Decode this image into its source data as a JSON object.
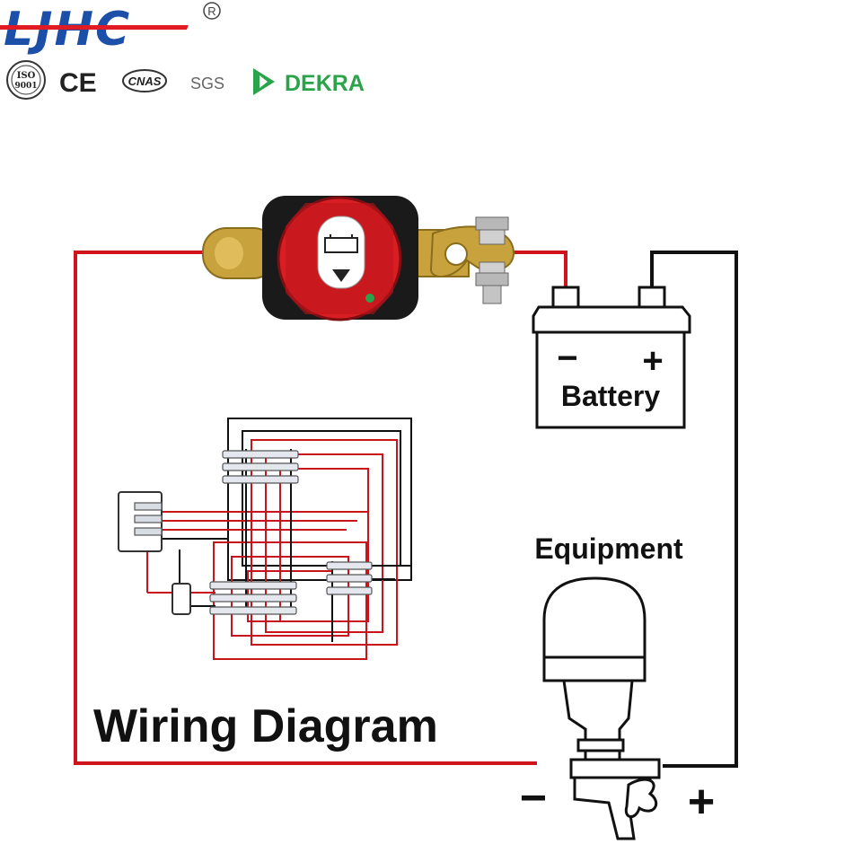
{
  "brand": {
    "logo_text": "LJHC",
    "registered_mark": "R",
    "colors": {
      "blue": "#1b4fa8",
      "red": "#e01b24"
    }
  },
  "certifications": {
    "iso": {
      "top": "ISO",
      "num": "9001"
    },
    "ce": "CE",
    "cnas": "CNAS",
    "sgs": "SGS",
    "dekra": "DEKRA"
  },
  "diagram": {
    "switch": {
      "icon": "battery-switch",
      "knob_color": "#d81e23"
    },
    "battery": {
      "label": "Battery",
      "minus": "−",
      "plus": "+"
    },
    "equipment": {
      "label": "Equipment",
      "icon": "outboard-motor",
      "minus": "−",
      "plus": "+"
    },
    "title": "Wiring Diagram",
    "wire_colors": {
      "positive": "#d0141c",
      "negative": "#111111"
    }
  }
}
